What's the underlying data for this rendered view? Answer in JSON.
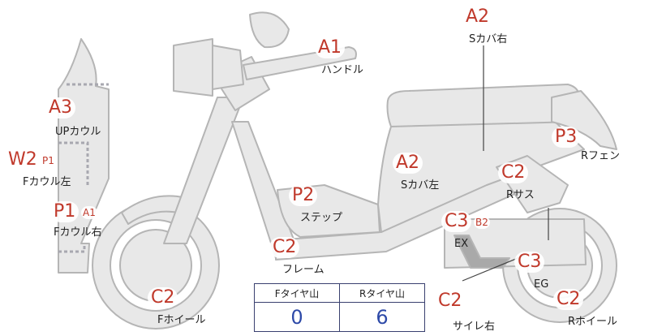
{
  "callouts": [
    {
      "id": "handle",
      "grade": "A1",
      "sub": "",
      "label": "ハンドル"
    },
    {
      "id": "s-cover-right",
      "grade": "A2",
      "sub": "",
      "label": "Sカバ右"
    },
    {
      "id": "up-cowl",
      "grade": "A3",
      "sub": "",
      "label": "UPカウル"
    },
    {
      "id": "f-cowl-left",
      "grade": "W2",
      "sub": "P1",
      "label": "Fカウル左"
    },
    {
      "id": "f-cowl-right",
      "grade": "P1",
      "sub": "A1",
      "label": "Fカウル右"
    },
    {
      "id": "r-fender",
      "grade": "P3",
      "sub": "",
      "label": "Rフェン"
    },
    {
      "id": "s-cover-left",
      "grade": "A2",
      "sub": "",
      "label": "Sカバ左"
    },
    {
      "id": "r-suspension",
      "grade": "C2",
      "sub": "",
      "label": "Rサス"
    },
    {
      "id": "step",
      "grade": "P2",
      "sub": "",
      "label": "ステップ"
    },
    {
      "id": "exhaust",
      "grade": "C3",
      "sub": "B2",
      "label": "EX"
    },
    {
      "id": "frame",
      "grade": "C2",
      "sub": "",
      "label": "フレーム"
    },
    {
      "id": "engine",
      "grade": "C3",
      "sub": "",
      "label": "EG"
    },
    {
      "id": "f-wheel",
      "grade": "C2",
      "sub": "",
      "label": "Fホイール"
    },
    {
      "id": "silencer-right",
      "grade": "C2",
      "sub": "",
      "label": "サイレ右"
    },
    {
      "id": "r-wheel",
      "grade": "C2",
      "sub": "",
      "label": "Rホイール"
    }
  ],
  "tire_table": {
    "front_header": "Fタイヤ山",
    "rear_header": "Rタイヤ山",
    "front_value": "0",
    "rear_value": "6"
  },
  "colors": {
    "part_fill": "#e8e8e8",
    "part_stroke": "#b5b5b5",
    "grade": "#c0392b",
    "value": "#2e4aa8",
    "table_border": "#39406f"
  }
}
